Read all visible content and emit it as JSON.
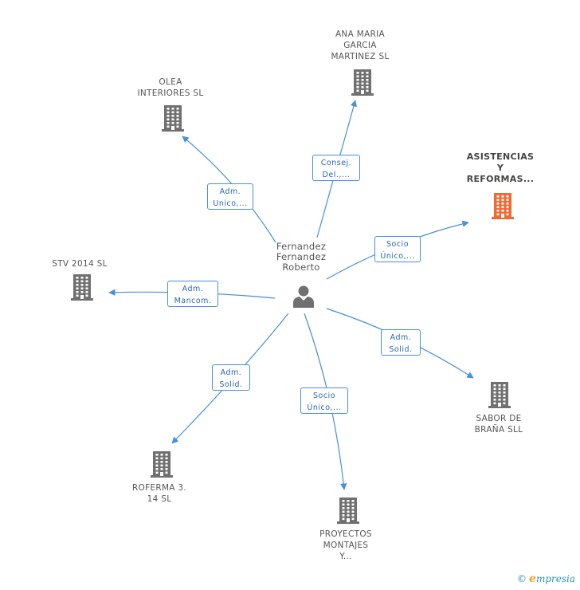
{
  "colors": {
    "edge": "#4a8fd9",
    "building_default": "#707070",
    "building_highlight": "#f06a35",
    "person": "#707070"
  },
  "center": {
    "label_lines": [
      "Fernandez",
      "Fernandez",
      "Roberto"
    ],
    "icon": "person-icon"
  },
  "companies": [
    {
      "id": "ana-maria",
      "lines": [
        "ANA MARIA",
        "GARCIA",
        "MARTINEZ SL"
      ],
      "highlight": false
    },
    {
      "id": "olea",
      "lines": [
        "OLEA",
        "INTERIORES  SL"
      ],
      "highlight": false
    },
    {
      "id": "asistencias",
      "lines": [
        "ASISTENCIAS",
        "Y",
        "REFORMAS..."
      ],
      "highlight": true
    },
    {
      "id": "stv",
      "lines": [
        "STV 2014  SL"
      ],
      "highlight": false
    },
    {
      "id": "sabor",
      "lines": [
        "SABOR DE",
        "BRAÑA  SLL"
      ],
      "highlight": false
    },
    {
      "id": "roferma",
      "lines": [
        "ROFERMA 3.",
        "14  SL"
      ],
      "highlight": false
    },
    {
      "id": "proyectos",
      "lines": [
        "PROYECTOS",
        "MONTAJES",
        "Y..."
      ],
      "highlight": false
    }
  ],
  "relations": [
    {
      "to": "ana-maria",
      "lines": [
        "Consej.",
        "Del.,..."
      ]
    },
    {
      "to": "olea",
      "lines": [
        "Adm.",
        "Unico,..."
      ]
    },
    {
      "to": "asistencias",
      "lines": [
        "Socio",
        "Único,..."
      ]
    },
    {
      "to": "stv",
      "lines": [
        "Adm.",
        "Mancom."
      ]
    },
    {
      "to": "sabor",
      "lines": [
        "Adm.",
        "Solid."
      ]
    },
    {
      "to": "roferma",
      "lines": [
        "Adm.",
        "Solid."
      ]
    },
    {
      "to": "proyectos",
      "lines": [
        "Socio",
        "Único,..."
      ]
    }
  ],
  "footer": {
    "copyright": "©",
    "brand_initial": "e",
    "brand_rest": "mpresia"
  }
}
